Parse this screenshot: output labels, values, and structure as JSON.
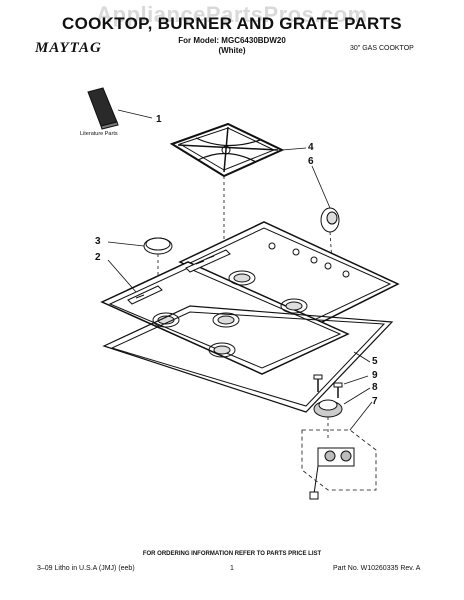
{
  "watermark": "AppliancePartsPros.com",
  "header": {
    "title": "COOKTOP, BURNER AND GRATE PARTS",
    "brand": "MAYTAG",
    "model_line": "For Model: MGC6430BDW20",
    "color_line": "(White)",
    "product_type": "30\" GAS COOKTOP"
  },
  "diagram": {
    "literature_label": "Literature Parts",
    "callouts": [
      "1",
      "4",
      "6",
      "3",
      "2",
      "5",
      "9",
      "8",
      "7"
    ]
  },
  "footer": {
    "note": "FOR ORDERING INFORMATION REFER TO PARTS PRICE LIST",
    "left": "3–09 Litho in U.S.A (JMJ) (eeb)",
    "page": "1",
    "right": "Part No. W10260335 Rev. A"
  }
}
